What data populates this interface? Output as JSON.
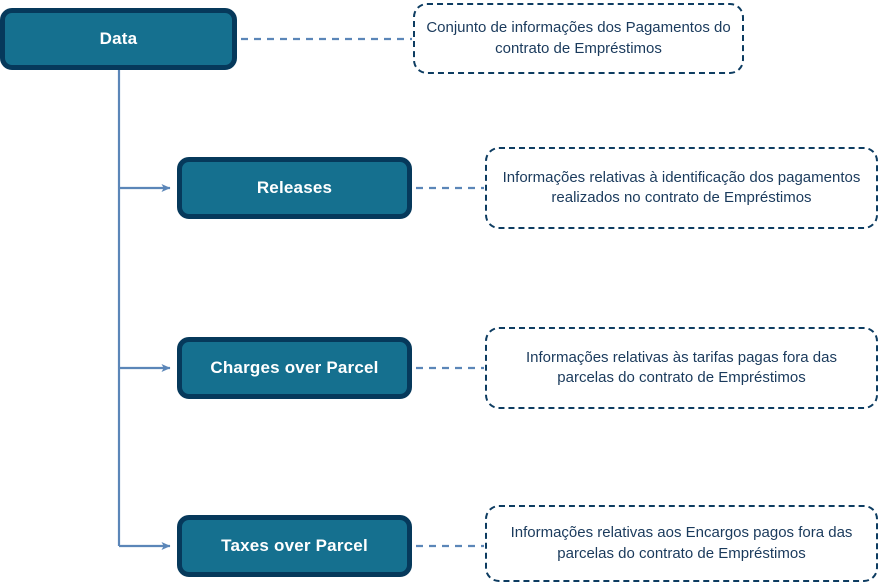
{
  "diagram": {
    "type": "hierarchy-tree",
    "title": "Data",
    "colors": {
      "node_fill": "#15708F",
      "node_border": "#06395B",
      "node_text": "#FFFFFF",
      "connector": "#5B86B8",
      "note_border": "#0D3C61",
      "note_text": "#1A3A5C",
      "background": "#FFFFFF"
    },
    "nodes": [
      {
        "id": "data",
        "label": "Data",
        "level": 0,
        "note": "Conjunto de informações dos Pagamentos do contrato de Empréstimos"
      },
      {
        "id": "releases",
        "label": "Releases",
        "level": 1,
        "note": "Informações relativas à identificação dos pagamentos realizados no contrato de Empréstimos"
      },
      {
        "id": "charges-over-parcel",
        "label": "Charges over Parcel",
        "level": 1,
        "note": "Informações relativas às tarifas pagas fora das parcelas do contrato de Empréstimos"
      },
      {
        "id": "taxes-over-parcel",
        "label": "Taxes over Parcel",
        "level": 1,
        "note": "Informações relativas aos Encargos pagos fora das parcelas do contrato de Empréstimos"
      }
    ]
  }
}
